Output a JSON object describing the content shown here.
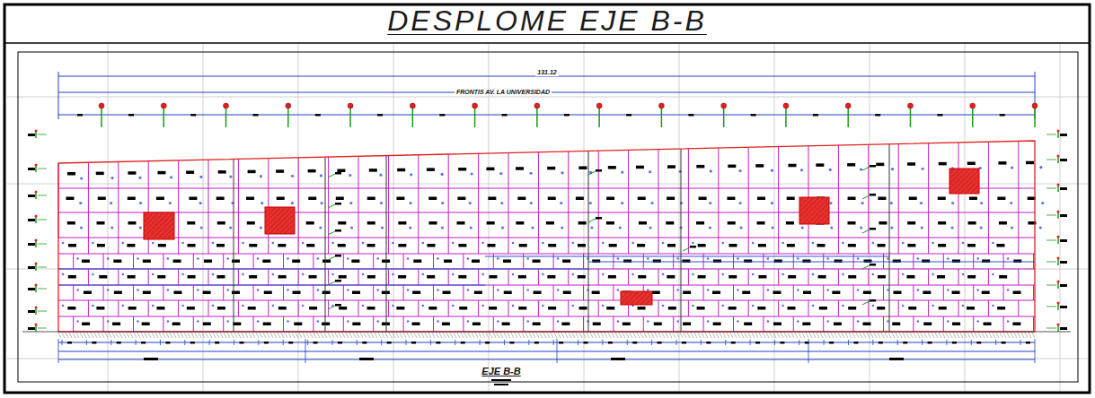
{
  "diagram": {
    "title": "DESPLOME EJE B-B",
    "caption": "EJE B-B",
    "labels": [
      "131.12",
      "FRONTIS AV. LA UNIVERSIDAD"
    ]
  }
}
